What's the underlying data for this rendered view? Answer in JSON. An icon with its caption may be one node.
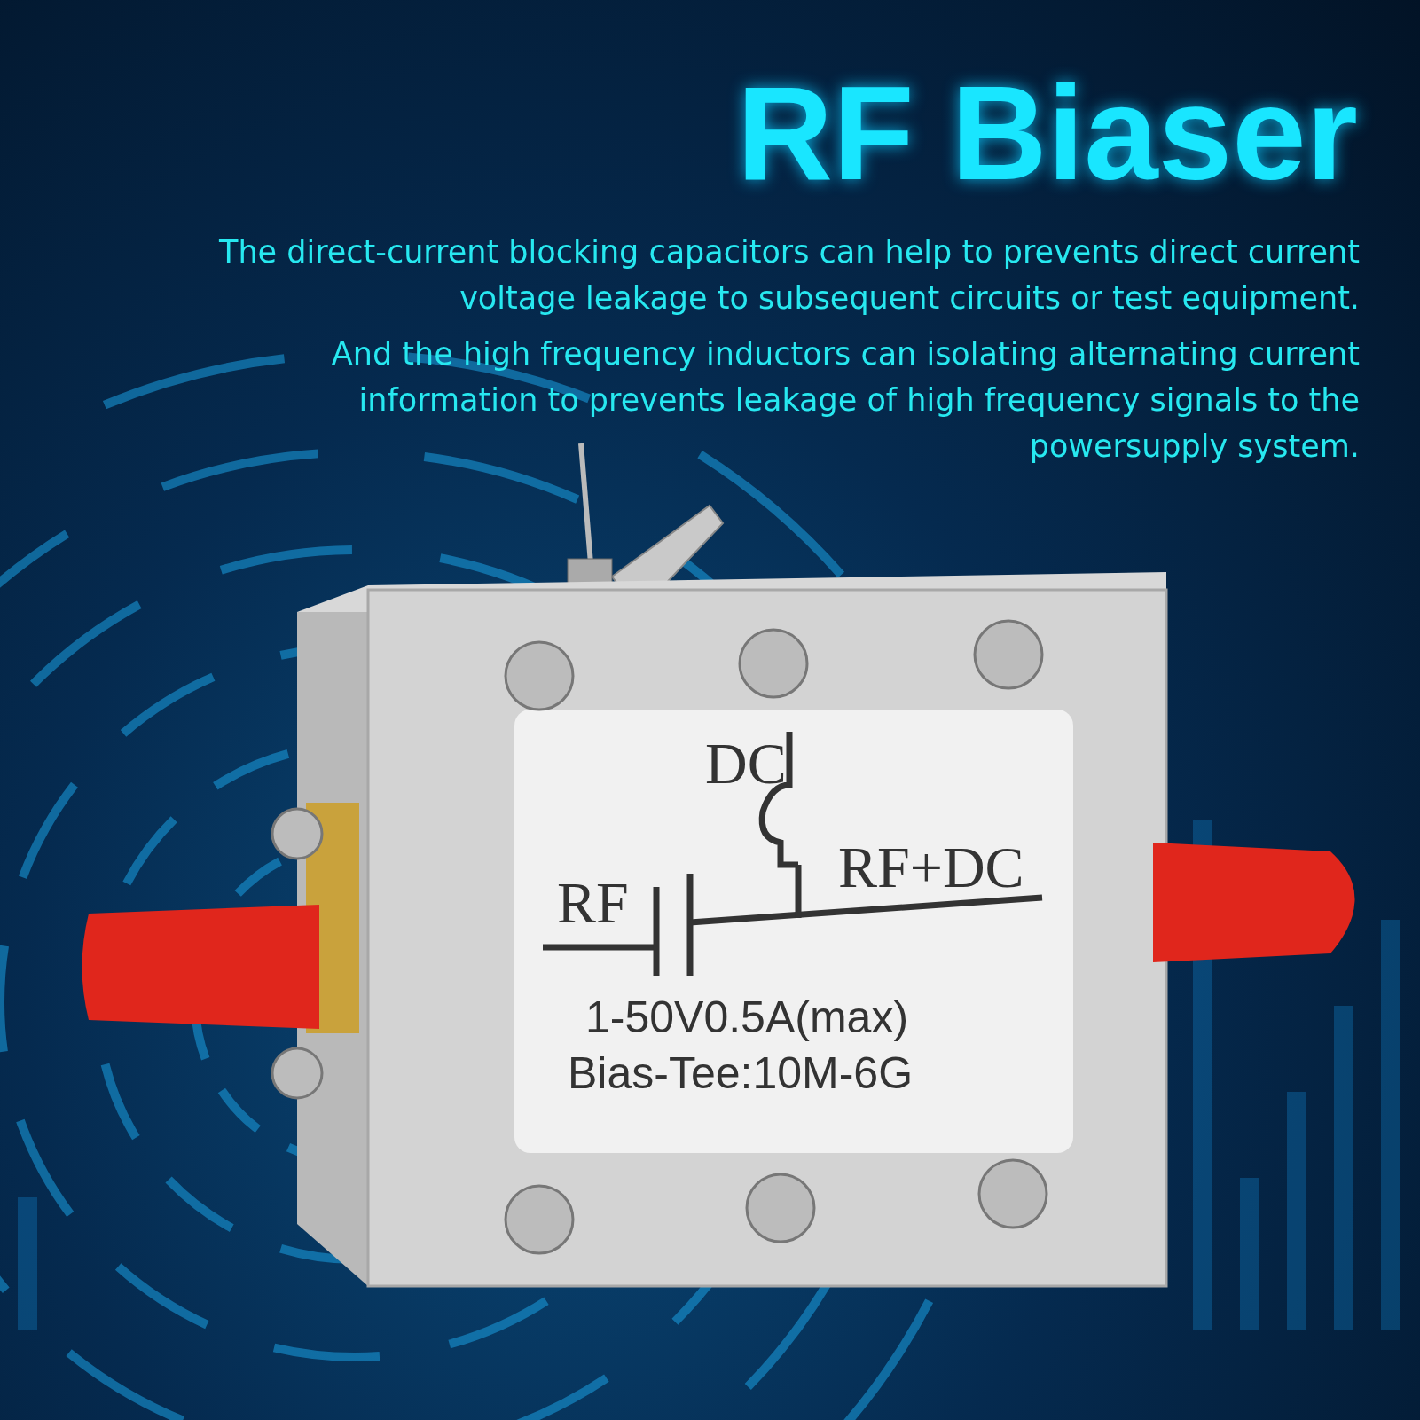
{
  "diagram": {
    "title": "RF Biaser",
    "labels": [
      "The direct-current blocking capacitors can help to prevents direct current voltage leakage to subsequent circuits or test equipment.",
      "And the high frequency inductors can isolating alternating current information to prevents leakage of high frequency signals to the powersupply system.",
      "DC",
      "RF",
      "RF+DC",
      "1-50V0.5A(max)",
      "Bias-Tee:10M-6G"
    ]
  }
}
